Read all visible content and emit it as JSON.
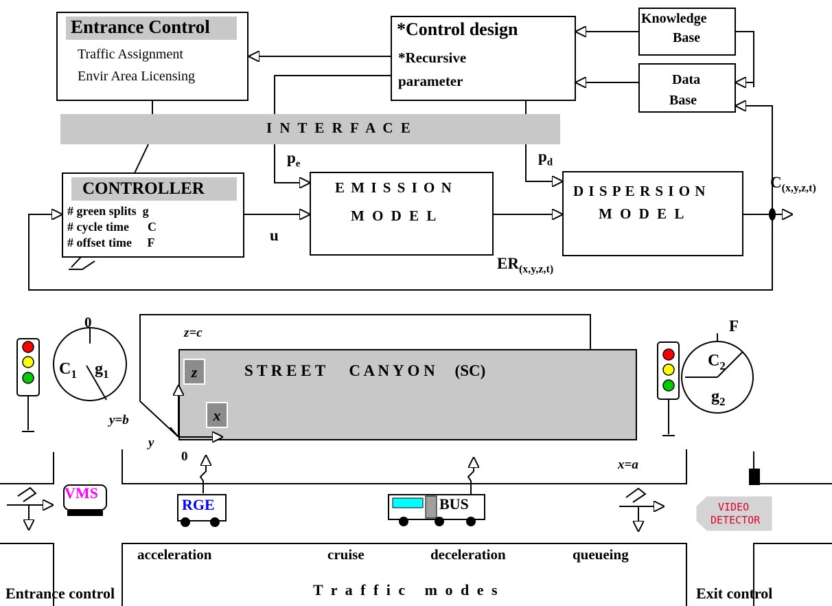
{
  "colors": {
    "interface_bar": "#c8c8c8",
    "canyon_fill": "#c8c8c8",
    "light_red": "#ff0000",
    "light_yellow": "#ffff00",
    "light_green": "#00cc00",
    "vms_text": "#ff00ff",
    "rge_text": "#0000ff",
    "bus_window": "#00ffff",
    "bus_door": "#a0a0a0",
    "video_detector_text": "#e0002a",
    "video_detector_fill": "#d4d4d4"
  },
  "top": {
    "entrance_control": {
      "title": "Entrance Control",
      "line1": "Traffic Assignment",
      "line2": "Envir Area Licensing"
    },
    "control_design": {
      "line1": "*Control design",
      "line2": "*Recursive",
      "line3": "parameter"
    },
    "knowledge_base": {
      "line1": "Knowledge",
      "line2": "Base"
    },
    "data_base": {
      "line1": "Data",
      "line2": "Base"
    },
    "interface": "I N T E R F A C E",
    "controller": {
      "title": "CONTROLLER",
      "row1": "# green splits  g",
      "row2": "# cycle time      C",
      "row3": "# offset time     F"
    },
    "emission_model": {
      "line1": "E M I S S I O N",
      "line2": "M O D E L"
    },
    "dispersion_model": {
      "line1": "D I S P E R S I O N",
      "line2": "M O D E L"
    },
    "labels": {
      "pe_main": "p",
      "pe_sub": "e",
      "pd_main": "p",
      "pd_sub": "d",
      "u": "u",
      "er_main": "ER",
      "er_sub": "(x,y,z,t)",
      "c_main": "C",
      "c_sub": "(x,y,z,t)"
    }
  },
  "bottom": {
    "canyon_label": "S T R E E T      C A N Y O N     (SC)",
    "z_box": "z",
    "x_box": "x",
    "z_eq": "z=c",
    "y_eq": "y=b",
    "x_eq": "x=a",
    "y_axis": "y",
    "zero_axis": "0",
    "signal_left": {
      "zero": "0",
      "c_main": "C",
      "c_sub": "1",
      "g_main": "g",
      "g_sub": "1"
    },
    "signal_right": {
      "f": "F",
      "c_main": "C",
      "c_sub": "2",
      "g_main": "g",
      "g_sub": "2"
    },
    "vms": "VMS",
    "rge": "RGE",
    "bus": "BUS",
    "video_detector": {
      "line1": "VIDEO",
      "line2": "DETECTOR"
    },
    "modes": [
      "acceleration",
      "cruise",
      "deceleration",
      "queueing"
    ],
    "traffic_modes": "T r a f f i c   m o d e s",
    "entrance_control": "Entrance control",
    "exit_control": "Exit control"
  }
}
